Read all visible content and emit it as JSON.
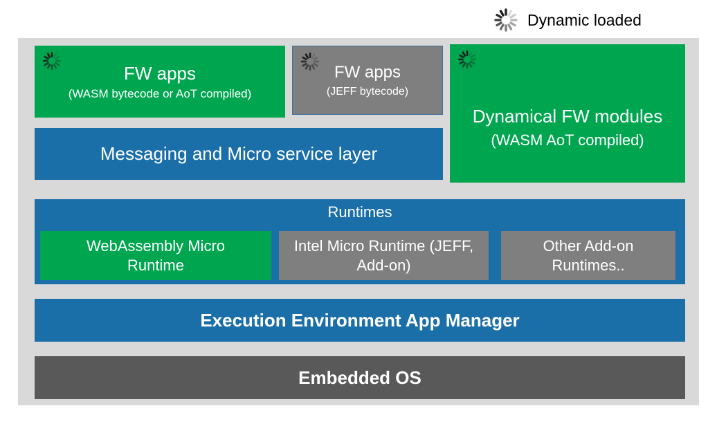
{
  "legend": {
    "label": "Dynamic loaded"
  },
  "boxes": {
    "fw_apps_wasm": {
      "title": "FW apps",
      "subtitle": "(WASM bytecode or AoT compiled)"
    },
    "fw_apps_jeff": {
      "title": "FW apps",
      "subtitle": "(JEFF bytecode)"
    },
    "dynamical_fw_modules": {
      "title": "Dynamical FW modules",
      "subtitle": "(WASM AoT compiled)"
    },
    "messaging_layer": {
      "label": "Messaging and Micro service layer"
    },
    "runtimes": {
      "label": "Runtimes",
      "items": [
        {
          "label": "WebAssembly Micro Runtime",
          "color": "green"
        },
        {
          "label": "Intel Micro Runtime (JEFF, Add-on)",
          "color": "gray"
        },
        {
          "label": "Other Add-on Runtimes..",
          "color": "gray"
        }
      ]
    },
    "app_manager": {
      "label": "Execution Environment App Manager"
    },
    "embedded_os": {
      "label": "Embedded OS"
    }
  },
  "icons": {
    "spinner": "radial-loading-spinner"
  },
  "colors": {
    "green": "#00A64F",
    "blue": "#1B6FA8",
    "gray": "#7F7F7F",
    "dark_gray": "#595959",
    "panel_background": "#D9D9D9",
    "spinner": "#1A1A1A",
    "text": "#FFFFFF"
  }
}
